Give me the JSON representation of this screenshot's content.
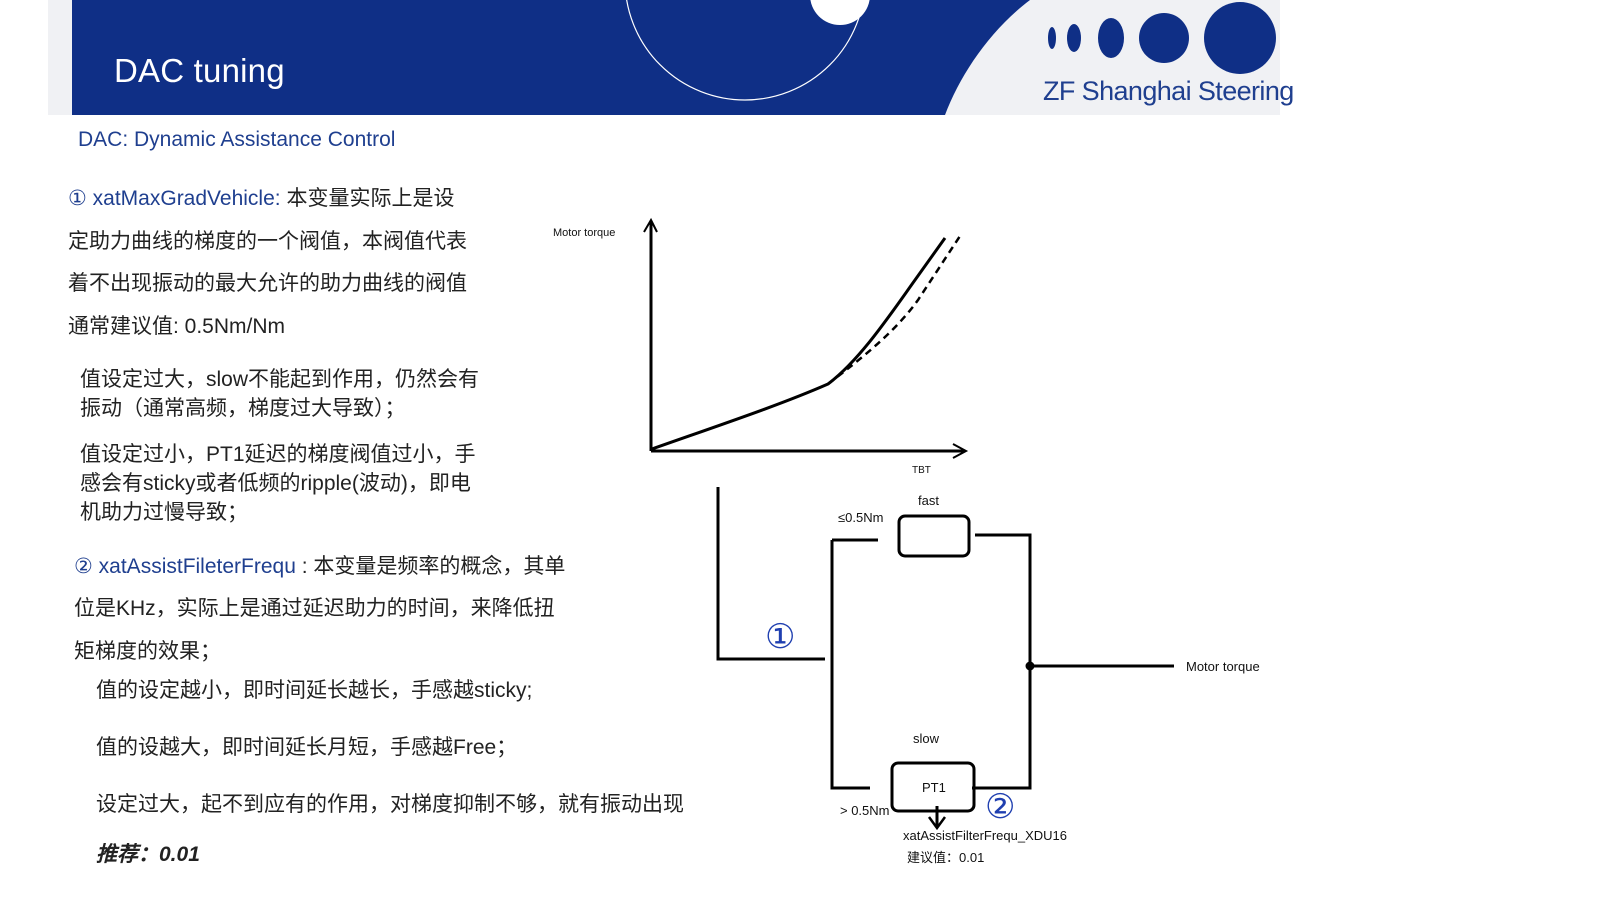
{
  "header": {
    "title": "DAC tuning",
    "brand": "ZF Shanghai Steering",
    "primary_color": "#0f2f86"
  },
  "subtitle": "DAC: Dynamic Assistance Control",
  "section1": {
    "marker": "①",
    "var_name": "xatMaxGradVehicle:",
    "line1_rest": " 本变量实际上是设",
    "line2": "定助力曲线的梯度的一个阀值，本阀值代表",
    "line3": "着不出现振动的最大允许的助力曲线的阀值",
    "line4": "通常建议值: 0.5Nm/Nm",
    "note1_line1": "值设定过大，slow不能起到作用，仍然会有",
    "note1_line2": "振动（通常高频，梯度过大导致）；",
    "note2_line1": "值设定过小，PT1延迟的梯度阀值过小，手",
    "note2_line2": "感会有sticky或者低频的ripple(波动)，即电",
    "note2_line3": "机助力过慢导致；"
  },
  "section2": {
    "marker": "②",
    "var_name": "xatAssistFileterFrequ",
    "line1_rest": " : 本变量是频率的概念，其单",
    "line2": "位是KHz，实际上是通过延迟助力的时间，来降低扭",
    "line3": "矩梯度的效果；",
    "note1": "值的设定越小，即时间延长越长，手感越sticky;",
    "note2": "值的设越大，即时间延长月短，手感越Free；",
    "note3": "设定过大，起不到应有的作用，对梯度抑制不够，就有振动出现",
    "recommend": "推荐：0.01"
  },
  "graph": {
    "ylabel": "Motor torque",
    "xlabel": "TBT"
  },
  "block_diagram": {
    "fast_label": "fast",
    "fast_threshold": "≤0.5Nm",
    "slow_label": "slow",
    "slow_block": "PT1",
    "slow_threshold": "> 0.5Nm",
    "marker1": "①",
    "marker2": "②",
    "output_label": "Motor torque",
    "param_name": "xatAssistFilterFrequ_XDU16",
    "param_value": "建议值：0.01"
  }
}
